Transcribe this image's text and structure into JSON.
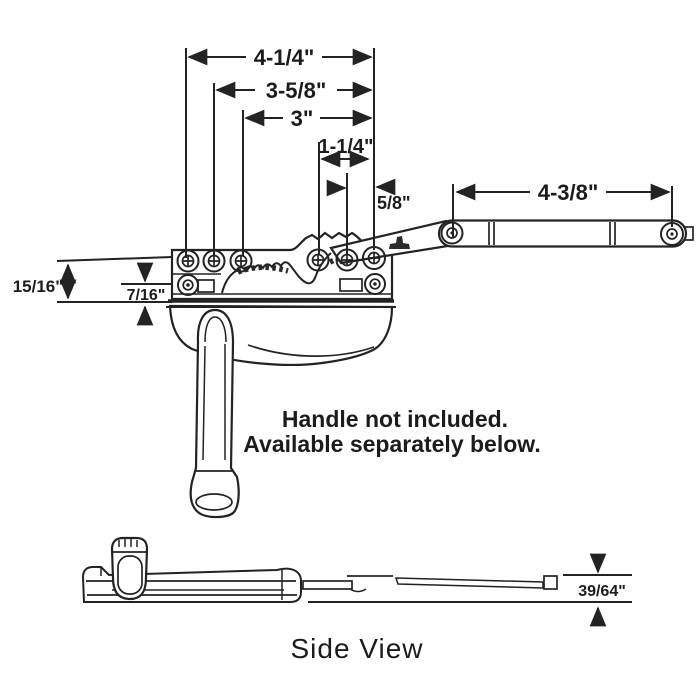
{
  "diagram": {
    "title_hint": "casement operator technical drawing",
    "ink_color": "#232323",
    "background": "#ffffff",
    "note": {
      "line1": "Handle not included.",
      "line2": "Available separately below."
    },
    "side_view_caption": "Side View",
    "dims": {
      "d425": "4-1/4\"",
      "d358": "3-5/8\"",
      "d3": "3\"",
      "d114": "1-1/4\"",
      "d58": "5/8\"",
      "d438": "4-3/8\"",
      "d1516": "15/16\"",
      "d716": "7/16\"",
      "d3964": "39/64\""
    }
  }
}
